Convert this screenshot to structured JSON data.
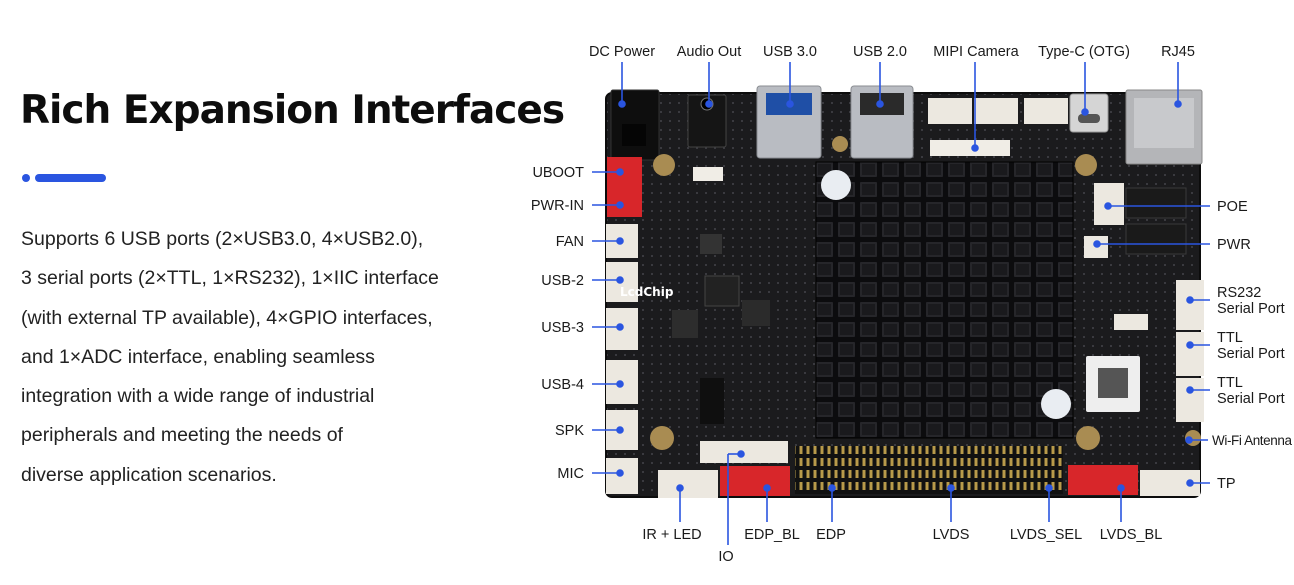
{
  "heading": "Rich Expansion Interfaces",
  "accent_color": "#2a55e0",
  "description_lines": [
    "Supports 6 USB ports (2×USB3.0, 4×USB2.0),",
    "3 serial ports (2×TTL, 1×RS232), 1×IIC interface",
    "(with external TP available), 4×GPIO interfaces,",
    "and 1×ADC interface, enabling seamless",
    "integration with a wide range of industrial",
    "peripherals and meeting the needs of",
    "diverse application scenarios."
  ],
  "watermark": "LcdChip",
  "labels": {
    "dc_power": "DC Power",
    "audio_out": "Audio Out",
    "usb30": "USB 3.0",
    "usb20": "USB 2.0",
    "mipi_camera": "MIPI Camera",
    "type_c": "Type-C (OTG)",
    "rj45": "RJ45",
    "uboot": "UBOOT",
    "pwr_in": "PWR-IN",
    "fan": "FAN",
    "usb2": "USB-2",
    "usb3": "USB-3",
    "usb4": "USB-4",
    "spk": "SPK",
    "mic": "MIC",
    "poe": "POE",
    "pwr": "PWR",
    "rs232_l1": "RS232",
    "rs232_l2": "Serial Port",
    "ttl1_l1": "TTL",
    "ttl1_l2": "Serial Port",
    "ttl2_l1": "TTL",
    "ttl2_l2": "Serial Port",
    "wifi": "Wi-Fi Antenna",
    "tp": "TP",
    "ir_led": "IR + LED",
    "io": "IO",
    "edp_bl": "EDP_BL",
    "edp": "EDP",
    "lvds": "LVDS",
    "lvds_sel": "LVDS_SEL",
    "lvds_bl": "LVDS_BL"
  },
  "colors": {
    "pcb": "#1b1b1d",
    "heatsink": "#101012",
    "callout": "#2a55e0",
    "red_connector": "#d8262a",
    "white_connector": "#ece8e0"
  }
}
